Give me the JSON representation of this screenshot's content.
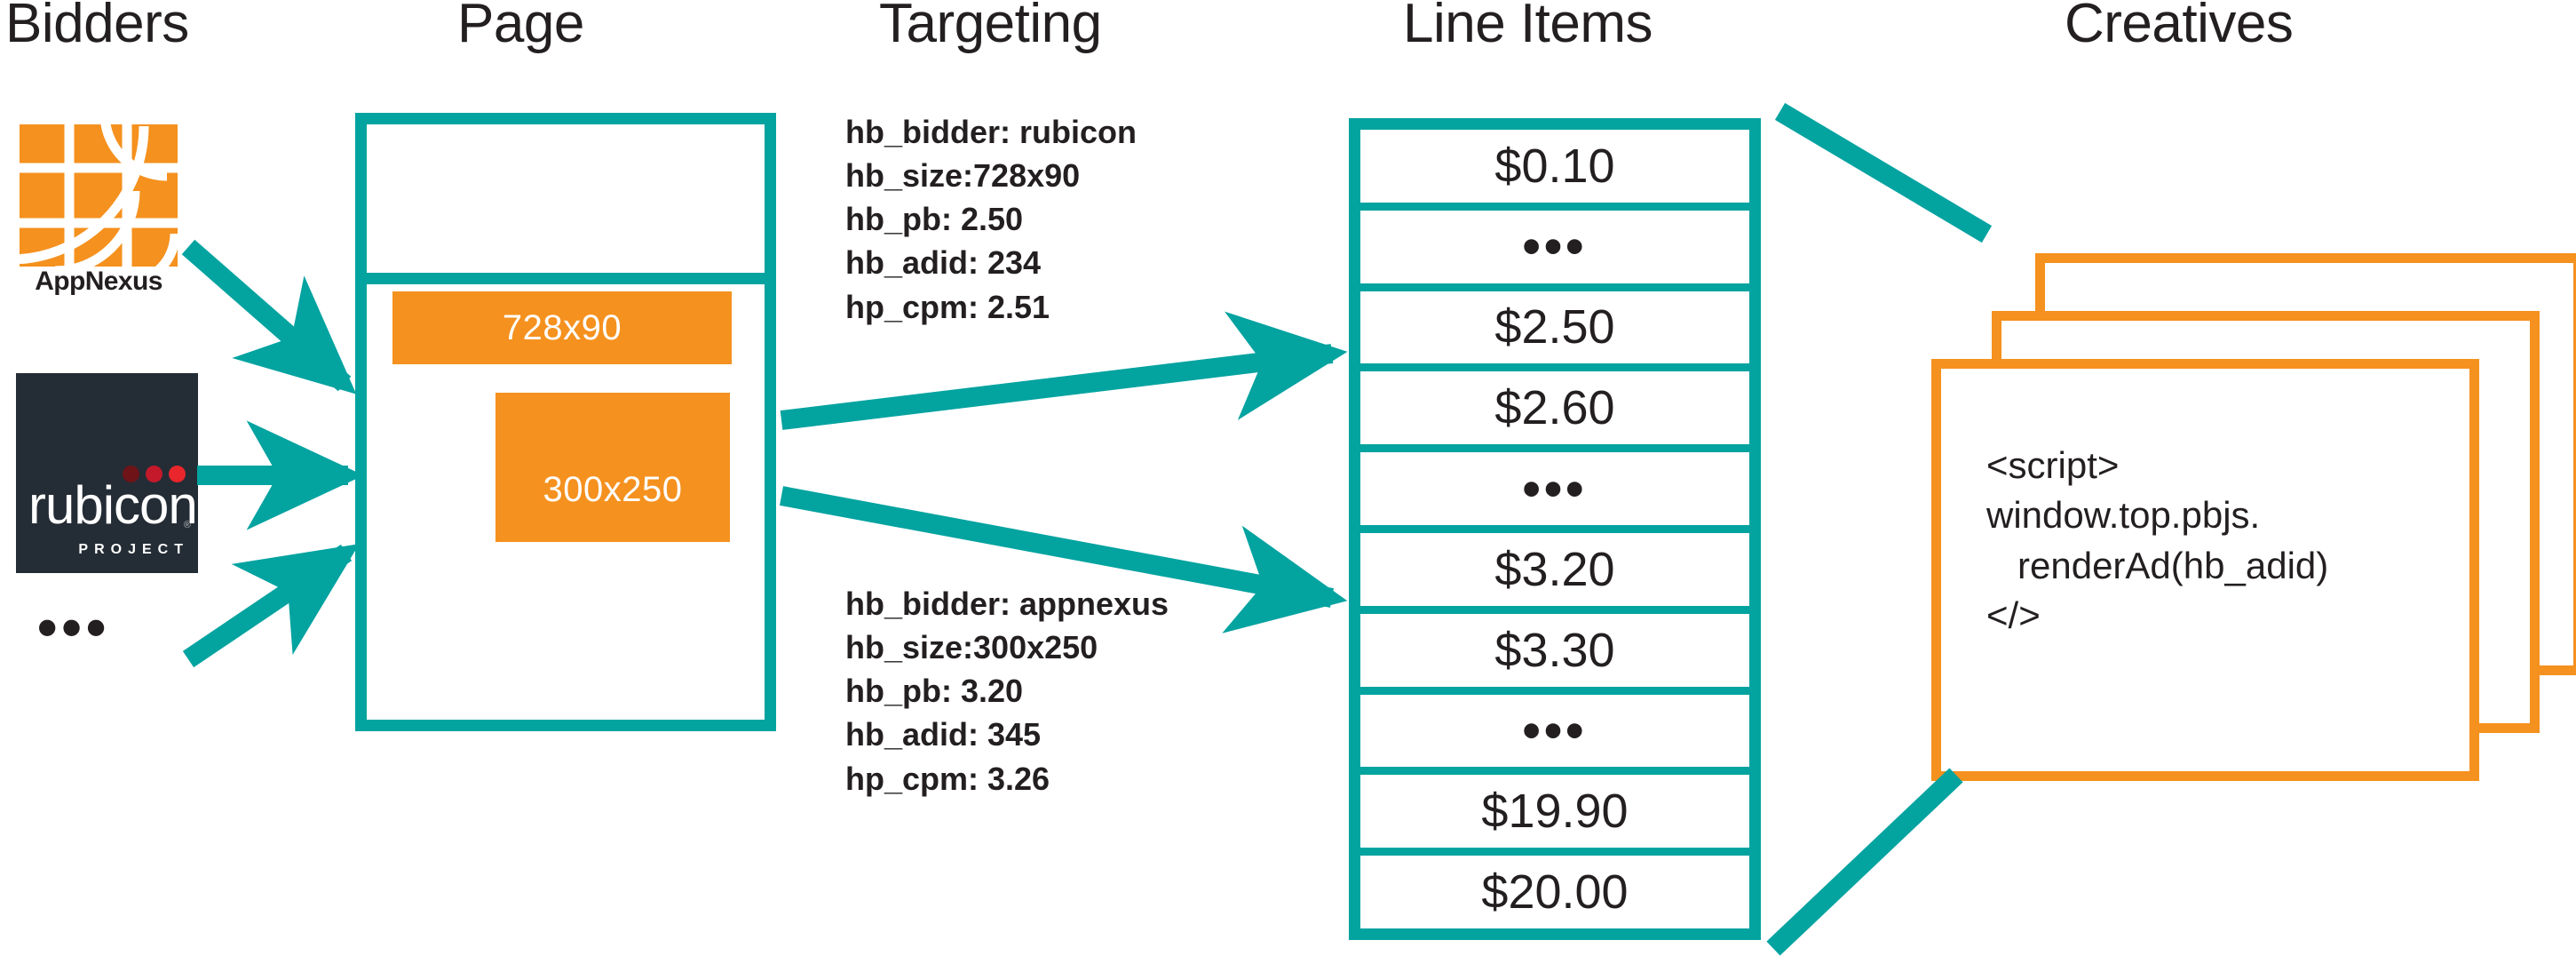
{
  "columns": [
    {
      "key": "bidders",
      "label": "Bidders"
    },
    {
      "key": "page",
      "label": "Page"
    },
    {
      "key": "targeting",
      "label": "Targeting"
    },
    {
      "key": "lineitems",
      "label": "Line Items"
    },
    {
      "key": "creatives",
      "label": "Creatives"
    }
  ],
  "bidders": {
    "appnexus": {
      "name": "AppNexus",
      "logo_icon": "appnexus-logo-icon",
      "color": "#F5911E"
    },
    "rubicon": {
      "name": "rubicon",
      "subtitle": "PROJECT",
      "registered": "®",
      "logo_icon": "rubicon-project-logo-icon",
      "color": "#242c35",
      "dots": [
        "#6e1418",
        "#c3192b",
        "#e8262c"
      ]
    },
    "more": "•••"
  },
  "page": {
    "ad_slots": [
      {
        "label": "728x90",
        "color": "#F5911E"
      },
      {
        "label": "300x250",
        "color": "#F5911E"
      }
    ]
  },
  "targeting": {
    "block1": "hb_bidder: rubicon\nhb_size:728x90\nhb_pb: 2.50\nhb_adid: 234\nhp_cpm: 2.51",
    "block2": "hb_bidder: appnexus\nhb_size:300x250\nhb_pb: 3.20\nhb_adid: 345\nhp_cpm: 3.26",
    "block1_fields": [
      {
        "key": "hb_bidder",
        "value": "rubicon"
      },
      {
        "key": "hb_size",
        "value": "728x90"
      },
      {
        "key": "hb_pb",
        "value": "2.50"
      },
      {
        "key": "hb_adid",
        "value": "234"
      },
      {
        "key": "hp_cpm",
        "value": "2.51"
      }
    ],
    "block2_fields": [
      {
        "key": "hb_bidder",
        "value": "appnexus"
      },
      {
        "key": "hb_size",
        "value": "300x250"
      },
      {
        "key": "hb_pb",
        "value": "3.20"
      },
      {
        "key": "hb_adid",
        "value": "345"
      },
      {
        "key": "hp_cpm",
        "value": "3.26"
      }
    ]
  },
  "line_items": {
    "rows": [
      {
        "label": "$0.10",
        "type": "price"
      },
      {
        "label": "•••",
        "type": "ellipsis"
      },
      {
        "label": "$2.50",
        "type": "price"
      },
      {
        "label": "$2.60",
        "type": "price"
      },
      {
        "label": "•••",
        "type": "ellipsis"
      },
      {
        "label": "$3.20",
        "type": "price"
      },
      {
        "label": "$3.30",
        "type": "price"
      },
      {
        "label": "•••",
        "type": "ellipsis"
      },
      {
        "label": "$19.90",
        "type": "price"
      },
      {
        "label": "$20.00",
        "type": "price"
      }
    ]
  },
  "creatives": {
    "card_count": 3,
    "code": "<script>\nwindow.top.pbjs.\n   renderAd(hb_adid)\n</>"
  },
  "colors": {
    "teal": "#03A3A0",
    "orange": "#F5911E",
    "ink": "#231f20",
    "rubicon_bg": "#242c35"
  }
}
